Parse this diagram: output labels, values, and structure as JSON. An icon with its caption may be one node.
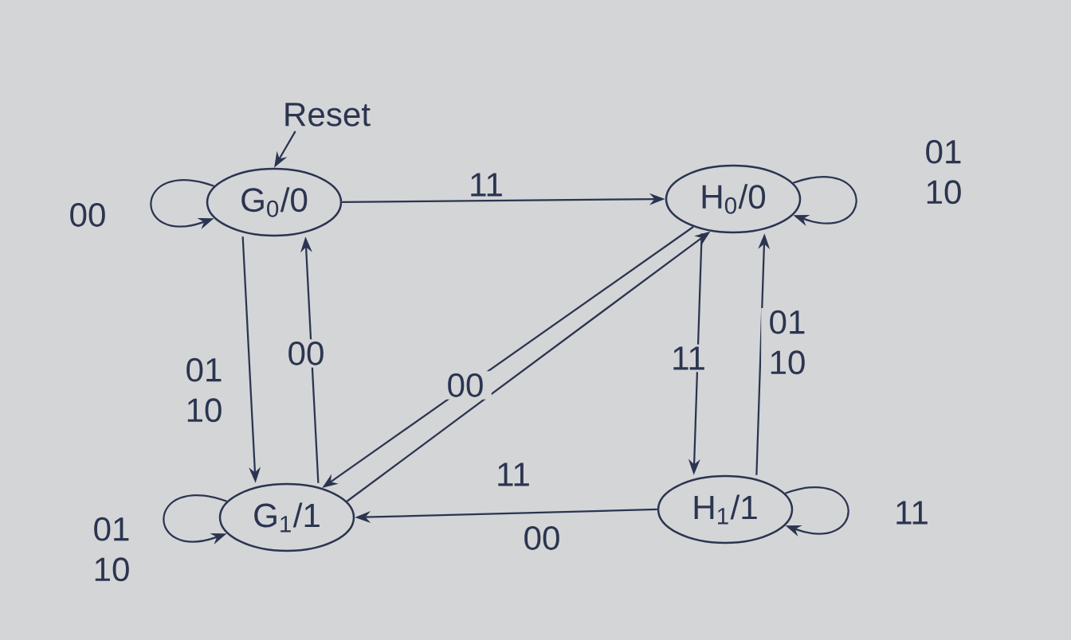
{
  "diagram": {
    "nodes": [
      {
        "text": [
          "Reset"
        ]
      },
      {
        "text": [
          "G$_{0}$/0"
        ]
      },
      {
        "text": [
          "H$_{0}$/0"
        ]
      },
      {
        "text": [
          "G$_{1}$/1"
        ]
      },
      {
        "text": [
          "H$_{1}$/1"
        ]
      }
    ],
    "edges": [
      {
        "from": 0,
        "to": 1,
        "arrow": "to"
      },
      {
        "from": 1,
        "to": 1,
        "arrow": "to",
        "label": "00"
      },
      {
        "from": 1,
        "to": 2,
        "arrow": "to",
        "label": "11"
      },
      {
        "from": 2,
        "to": 2,
        "arrow": "to",
        "label": "01 10"
      },
      {
        "from": 1,
        "to": 3,
        "arrow": "to",
        "label": "01 10"
      },
      {
        "from": 3,
        "to": 1,
        "arrow": "to",
        "label": "00"
      },
      {
        "from": 2,
        "to": 3,
        "arrow": "to",
        "label": "00"
      },
      {
        "from": 3,
        "to": 2,
        "arrow": "to",
        "label": "11"
      },
      {
        "from": 2,
        "to": 4,
        "arrow": "to",
        "label": "11"
      },
      {
        "from": 4,
        "to": 2,
        "arrow": "to",
        "label": "01 10"
      },
      {
        "from": 4,
        "to": 4,
        "arrow": "to",
        "label": "11"
      },
      {
        "from": 4,
        "to": 3,
        "arrow": "to",
        "label": "00"
      },
      {
        "from": 3,
        "to": 3,
        "arrow": "to",
        "label": "01 10"
      }
    ]
  }
}
